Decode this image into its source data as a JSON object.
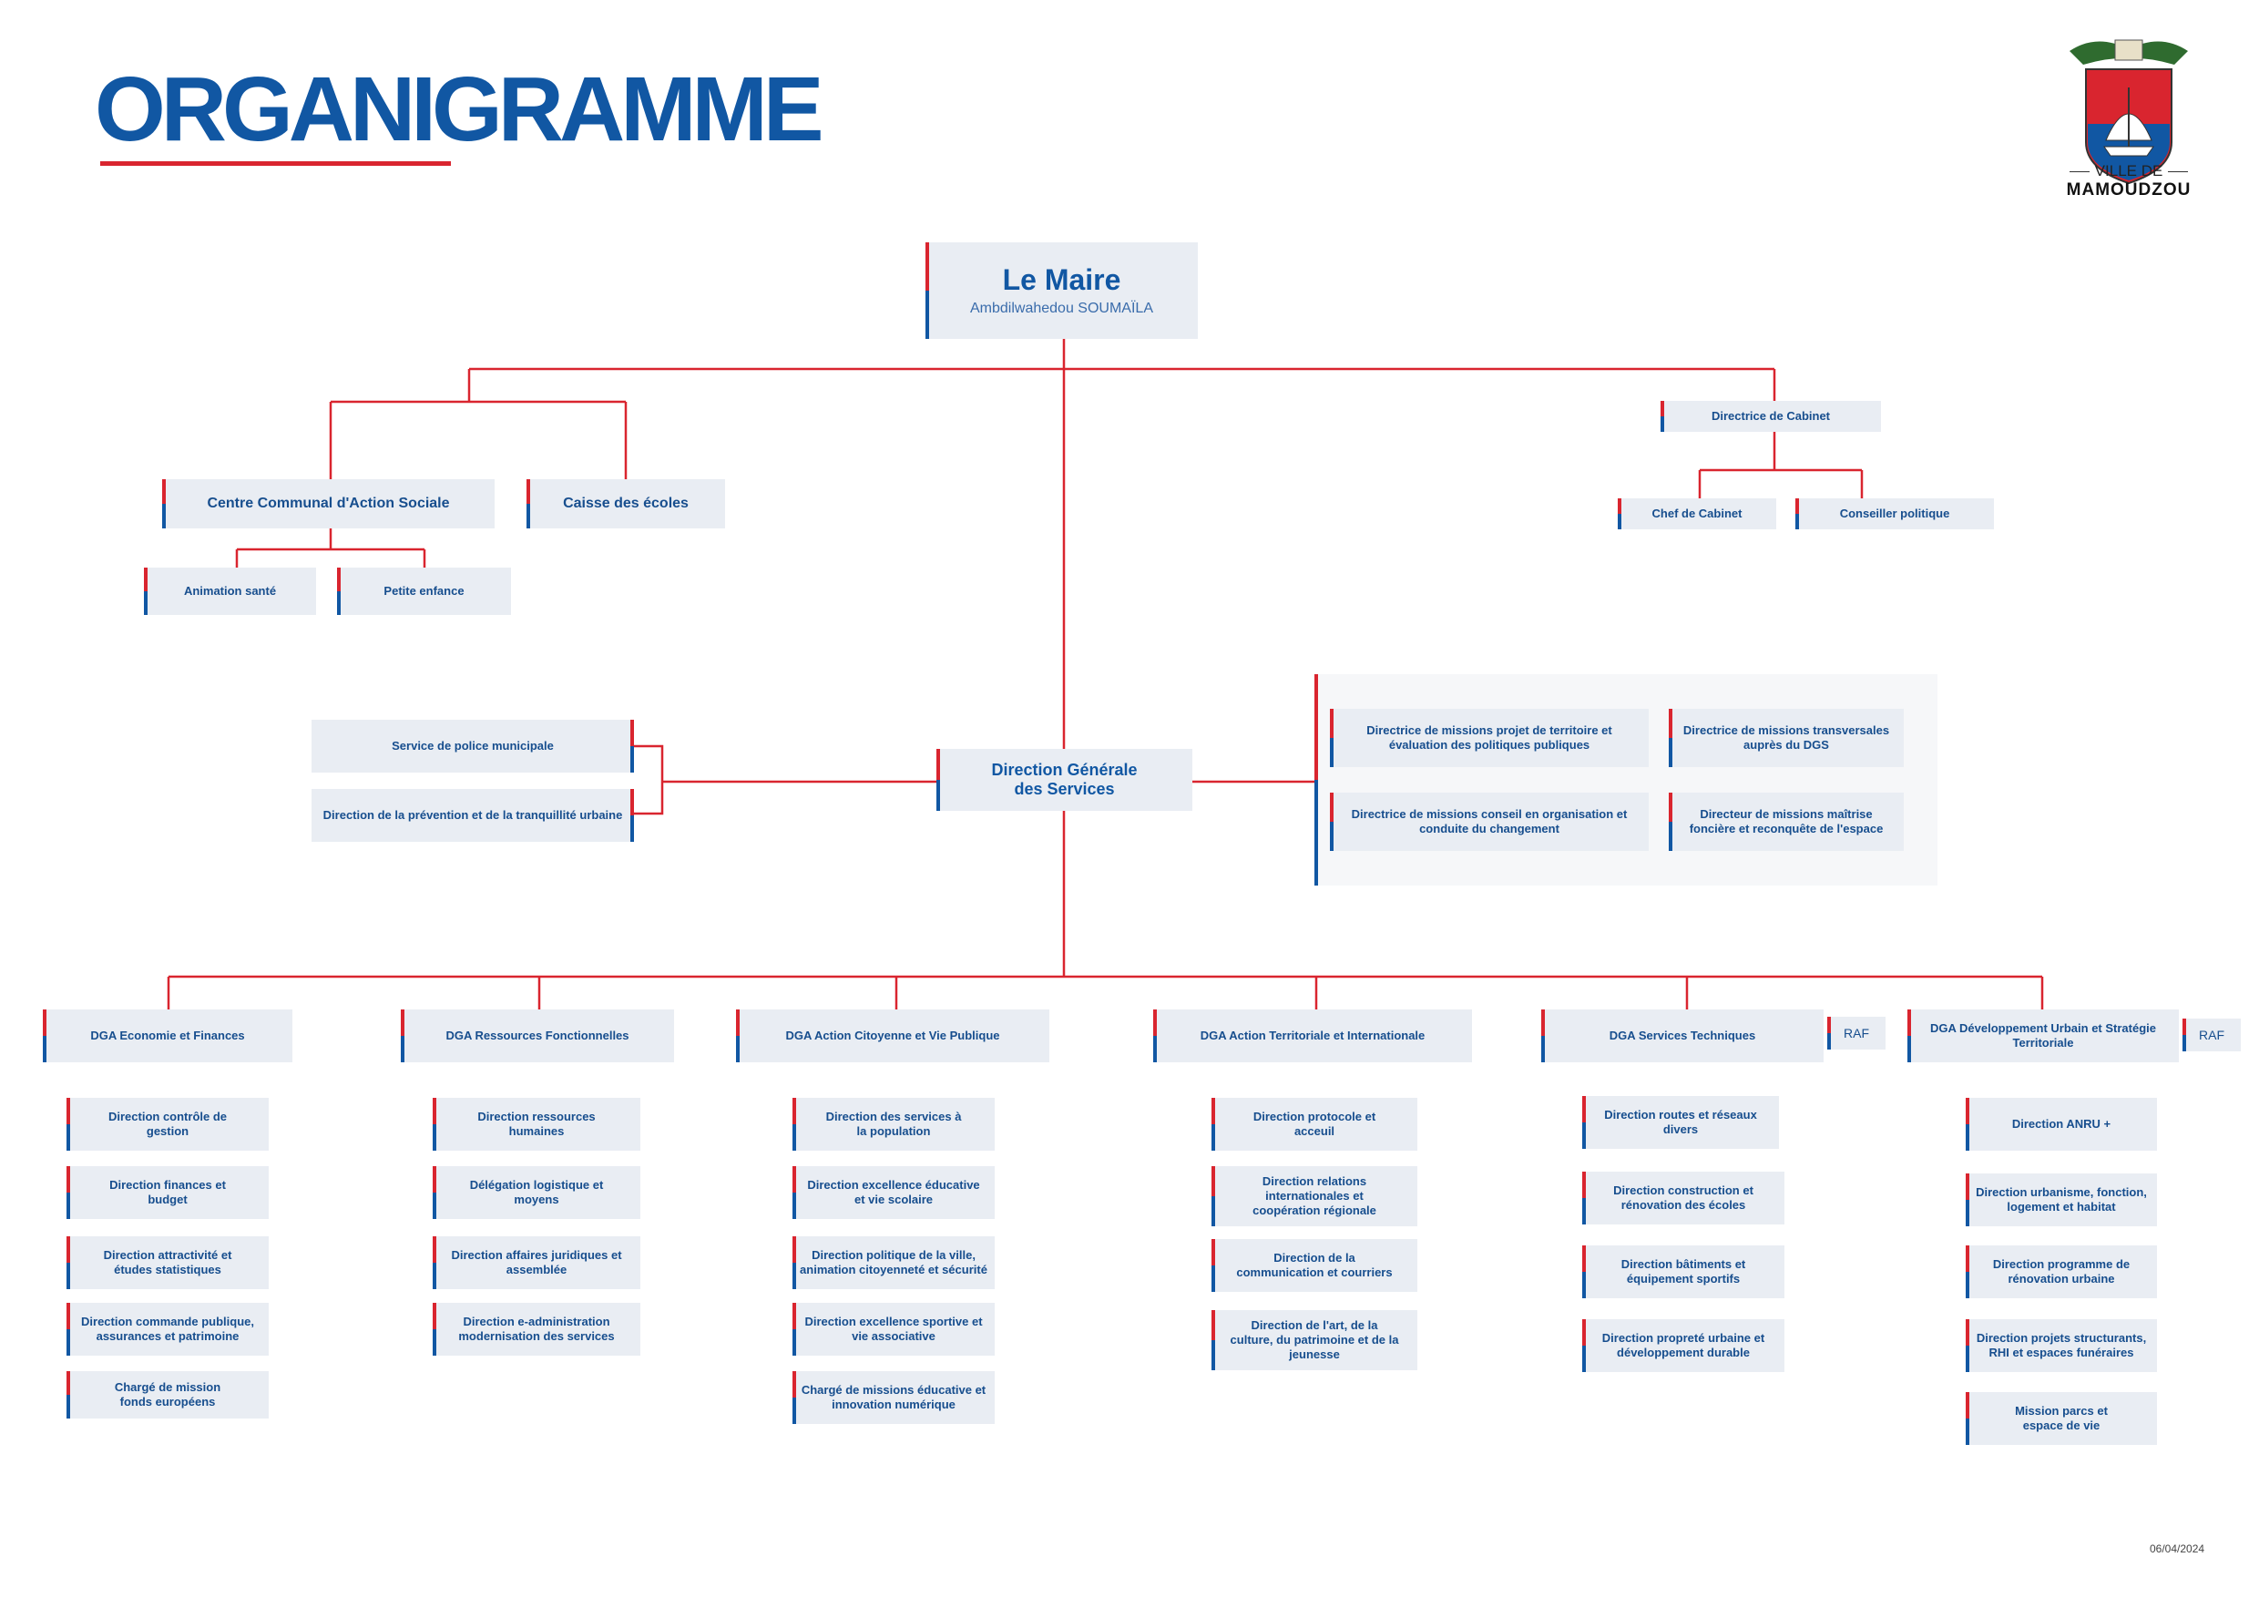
{
  "header": {
    "title": "ORGANIGRAMME"
  },
  "logo": {
    "tagline": "VILLE DE",
    "name": "MAMOUDZOU"
  },
  "colors": {
    "brand_blue": "#1157a3",
    "brand_red": "#d9252f",
    "box_bg": "#e9edf3"
  },
  "maire": {
    "title": "Le Maire",
    "name": "Ambdilwahedou SOUMAÏLA"
  },
  "cabinet": {
    "directrice": "Directrice de Cabinet",
    "chef": "Chef de Cabinet",
    "conseiller": "Conseiller politique"
  },
  "ccas": {
    "label": "Centre Communal d'Action Sociale",
    "caisse": "Caisse des écoles",
    "animation": "Animation santé",
    "petite_enfance": "Petite enfance"
  },
  "dgs": {
    "label": "Direction Générale des Services"
  },
  "police": {
    "service": "Service de police municipale",
    "prevention": "Direction de la prévention et de la tranquillité urbaine"
  },
  "missions": [
    "Directrice de missions projet de territoire et évaluation des politiques publiques",
    "Directrice de missions transversales auprès du DGS",
    "Directrice de missions conseil en organisation et conduite du changement",
    "Directeur de missions maîtrise foncière et reconquête de l'espace"
  ],
  "dga": [
    {
      "label": "DGA Economie et Finances",
      "children": [
        "Direction contrôle de gestion",
        "Direction finances et budget",
        "Direction attractivité et études statistiques",
        "Direction commande publique, assurances et patrimoine",
        "Chargé de mission fonds européens"
      ]
    },
    {
      "label": "DGA Ressources Fonctionnelles",
      "children": [
        "Direction ressources humaines",
        "Délégation logistique et moyens",
        "Direction affaires juridiques et assemblée",
        "Direction e-administration modernisation des services"
      ]
    },
    {
      "label": "DGA Action Citoyenne et Vie Publique",
      "children": [
        "Direction des services à la population",
        "Direction excellence éducative et vie scolaire",
        "Direction politique de la ville, animation citoyenneté et sécurité",
        "Direction excellence sportive et vie associative",
        "Chargé de missions éducative et innovation numérique"
      ]
    },
    {
      "label": "DGA Action Territoriale et Internationale",
      "children": [
        "Direction protocole et acceuil",
        "Direction relations internationales et coopération régionale",
        "Direction de la communication et courriers",
        "Direction de l'art, de la culture, du patrimoine et de la jeunesse"
      ]
    },
    {
      "label": "DGA Services Techniques",
      "raf": "RAF",
      "children": [
        "Direction routes et réseaux divers",
        "Direction construction et rénovation des écoles",
        "Direction bâtiments et équipement sportifs",
        "Direction propreté urbaine et développement durable"
      ]
    },
    {
      "label": "DGA Développement Urbain et Stratégie Territoriale",
      "raf": "RAF",
      "children": [
        "Direction ANRU +",
        "Direction urbanisme, fonction, logement et habitat",
        "Direction programme de rénovation urbaine",
        "Direction projets structurants, RHI et espaces funéraires",
        "Mission parcs et espace de vie"
      ]
    }
  ],
  "footer": {
    "date": "06/04/2024"
  }
}
